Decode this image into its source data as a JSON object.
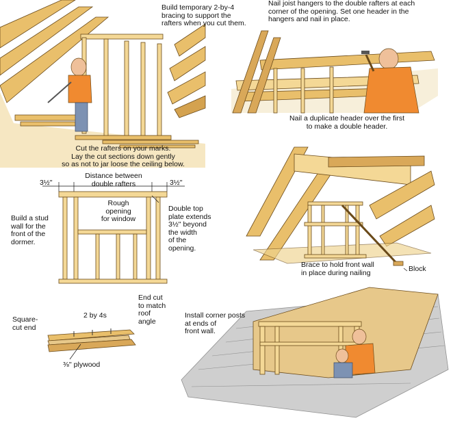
{
  "colors": {
    "wood": "#e9bf6b",
    "wood_dark": "#b9822f",
    "wood_light": "#f4d896",
    "outline": "#6a4a1a",
    "shirt": "#f08a30",
    "skin": "#efc09a",
    "shingle": "#cfcfcf",
    "shingle_line": "#8f8f8f",
    "plywood": "#e7c88a"
  },
  "captions": {
    "bracing": "Build temporary 2-by-4\nbracing to support the\nrafters when you cut them.",
    "hangers": "Nail joist hangers to the double rafters at each\ncorner of the opening. Set one header in the\nhangers and nail in place.",
    "cut_rafters": "Cut the rafters on your marks.\nLay the cut sections down gently\nso as not to jar loose the ceiling below.",
    "duplicate_header": "Nail a duplicate header over the first\nto make a double header.",
    "distance": "Distance between\ndouble rafters",
    "dim_left": "3½''",
    "dim_right": "3½''",
    "rough_opening": "Rough\nopening\nfor window",
    "build_wall": "Build a stud\nwall for the\nfront of the\ndormer.",
    "double_top_plate": "Double top\nplate extends\n3½'' beyond\nthe width\nof the\nopening.",
    "brace": "Brace to hold front wall\nin place during nailing",
    "block": "Block",
    "end_cut": "End cut\nto match\nroof\nangle",
    "two_by_fours": "2 by 4s",
    "square_cut": "Square-\ncut end",
    "plywood": "⅜'' plywood",
    "corner_posts": "Install corner posts\nat ends of\nfront wall."
  }
}
